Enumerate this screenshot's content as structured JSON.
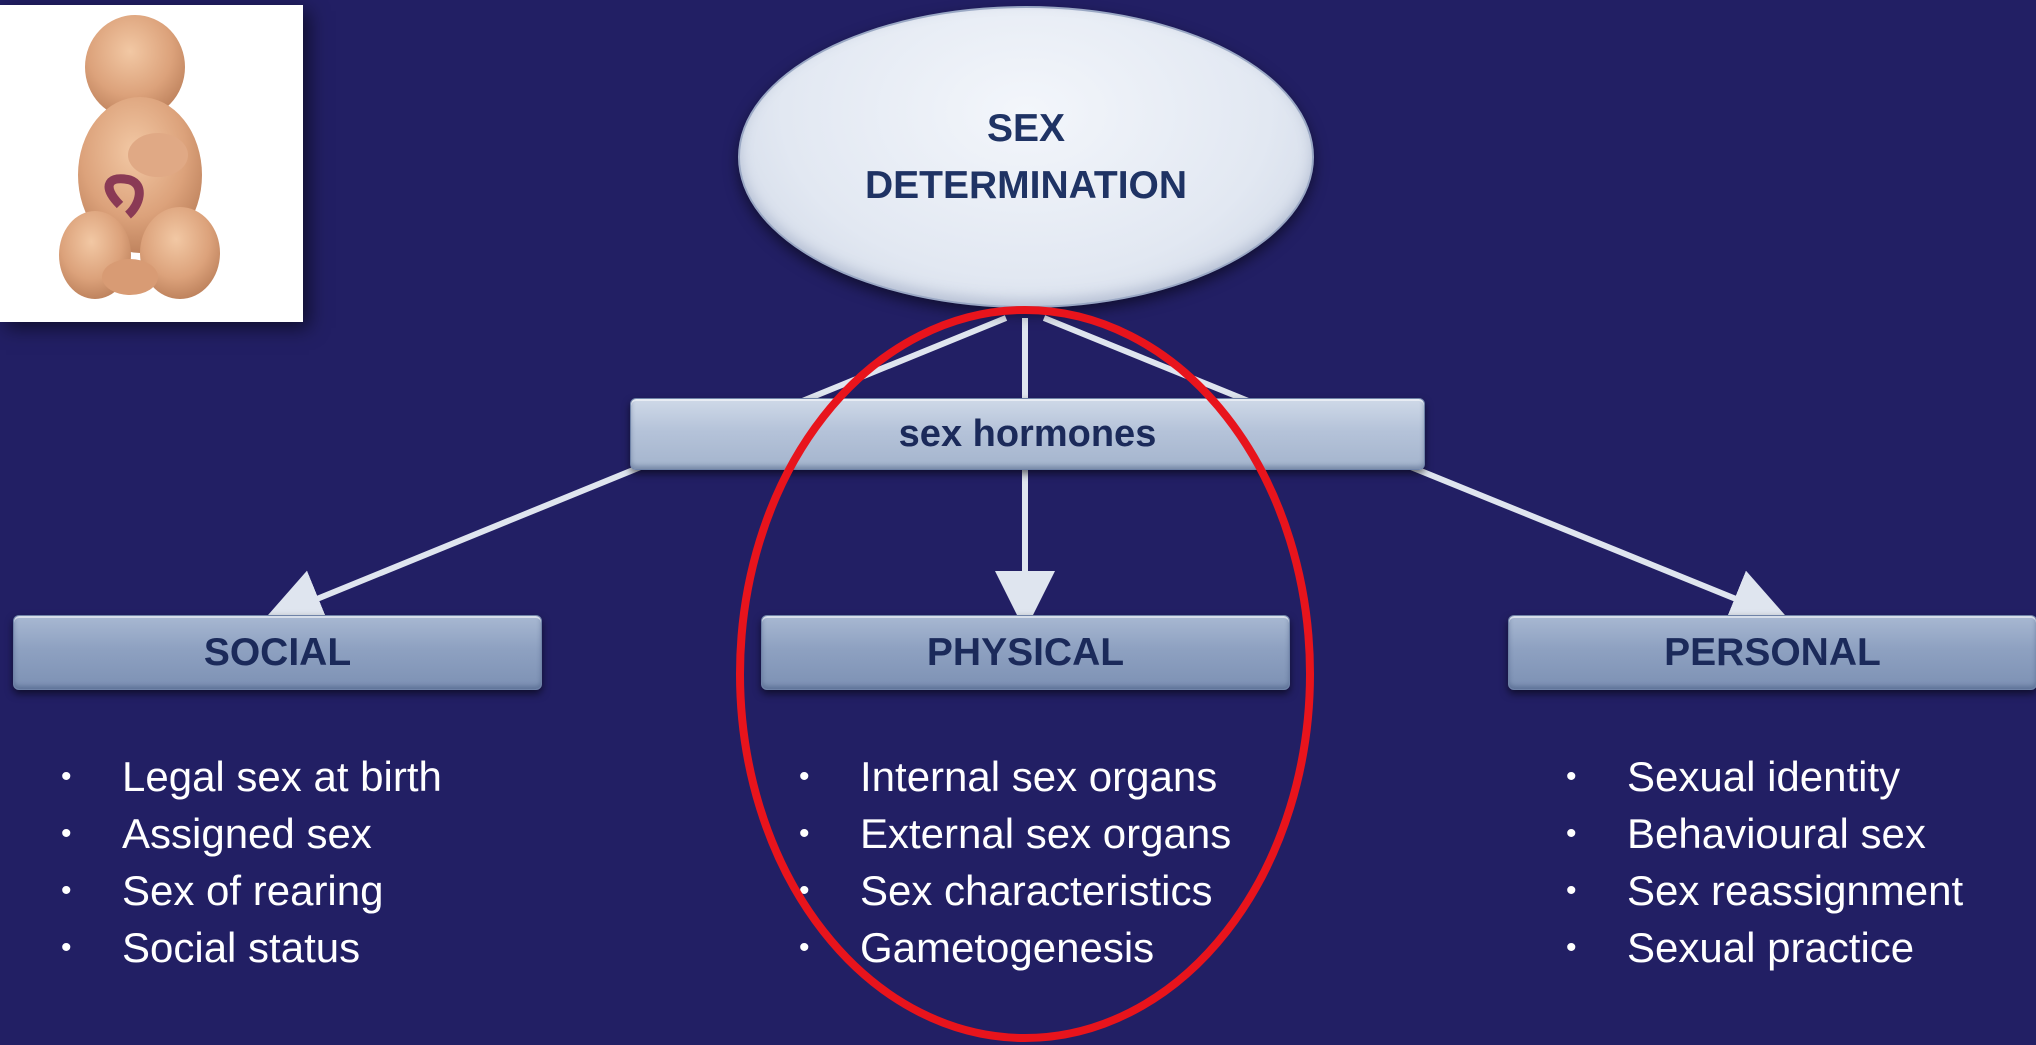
{
  "diagram": {
    "root": {
      "line1": "SEX",
      "line2": "DETERMINATION"
    },
    "middle": {
      "label": "sex hormones"
    },
    "categories": [
      {
        "label": "SOCIAL",
        "items": [
          "Legal sex at birth",
          "Assigned sex",
          "Sex of rearing",
          "Social status"
        ]
      },
      {
        "label": "PHYSICAL",
        "items": [
          "Internal sex organs",
          "External sex organs",
          "Sex characteristics",
          "Gametogenesis"
        ]
      },
      {
        "label": "PERSONAL",
        "items": [
          "Sexual identity",
          "Behavioural sex",
          "Sex reassignment",
          "Sexual practice"
        ]
      }
    ]
  },
  "photo": {
    "icon": "fetus-model-icon"
  },
  "highlight": {
    "color": "#e8141c",
    "target": "PHYSICAL"
  },
  "colors": {
    "background": "#221f64",
    "box_text": "#1b2a5a",
    "list_text": "#ffffff",
    "connector": "#dfe5ef"
  }
}
